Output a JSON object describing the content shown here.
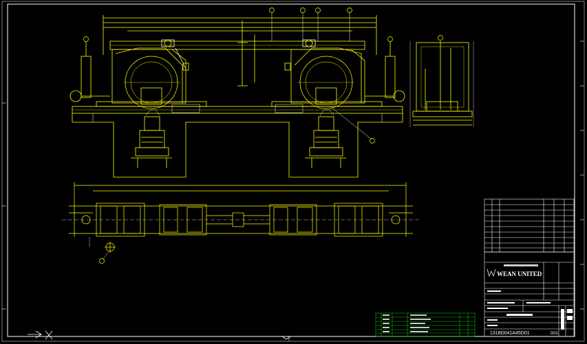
{
  "drawing": {
    "background": "#000000",
    "colors": {
      "frame": "#ffffff",
      "geometry": "#ffff00",
      "detail": "#ffffff",
      "table_green": "#00c000",
      "title_text": "#ffffff"
    },
    "title_block": {
      "company_name": "WEAN UNITED",
      "drawing_number": "1318D041A45D01",
      "sheet_index": "D01"
    }
  }
}
